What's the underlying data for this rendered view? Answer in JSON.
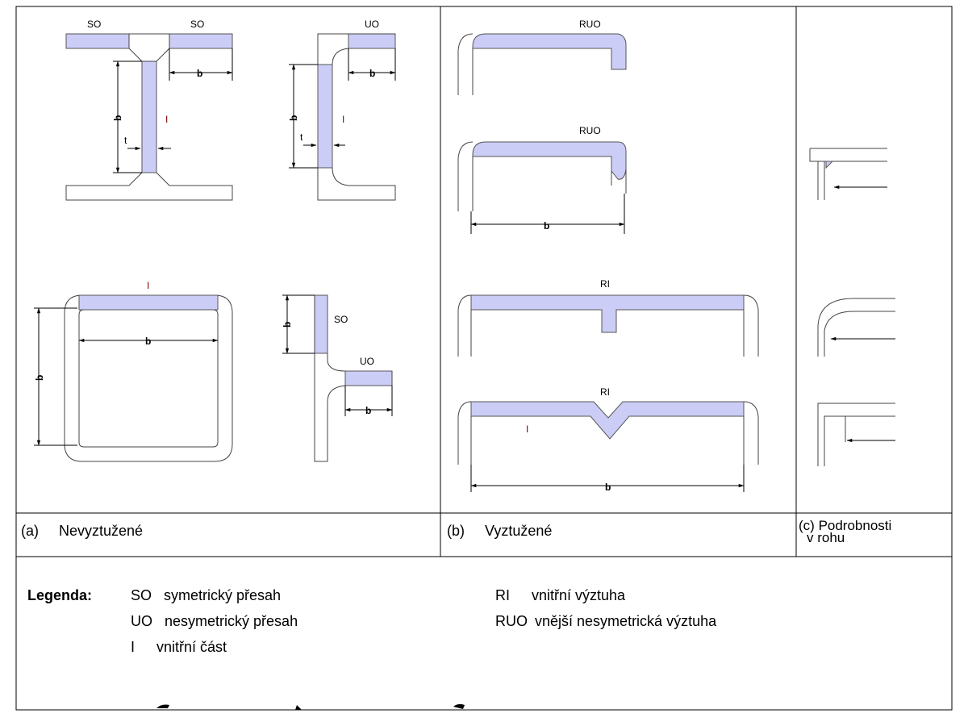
{
  "labels": {
    "so": "SO",
    "uo": "UO",
    "ruo": "RUO",
    "ri": "RI",
    "i": "I",
    "b": "b",
    "t": "t"
  },
  "captions": {
    "a_letter": "(a)",
    "a_text": "Nevyztužené",
    "b_letter": "(b)",
    "b_text": "Vyztužené",
    "c_letter": "(c)",
    "c_text_line1": "Podrobnosti",
    "c_text_line2": "v rohu"
  },
  "legend": {
    "title": "Legenda:",
    "items": [
      {
        "code": "SO",
        "text": "symetrický přesah"
      },
      {
        "code": "UO",
        "text": "nesymetrický přesah"
      },
      {
        "code": "I",
        "text": "vnitřní část"
      },
      {
        "code": "RI",
        "text": "vnitřní výztuha"
      },
      {
        "code": "RUO",
        "text": "vnější nesymetrická výztuha"
      }
    ]
  },
  "colors": {
    "element_fill": "#cccdf6",
    "internal_label": "#7a0000"
  }
}
